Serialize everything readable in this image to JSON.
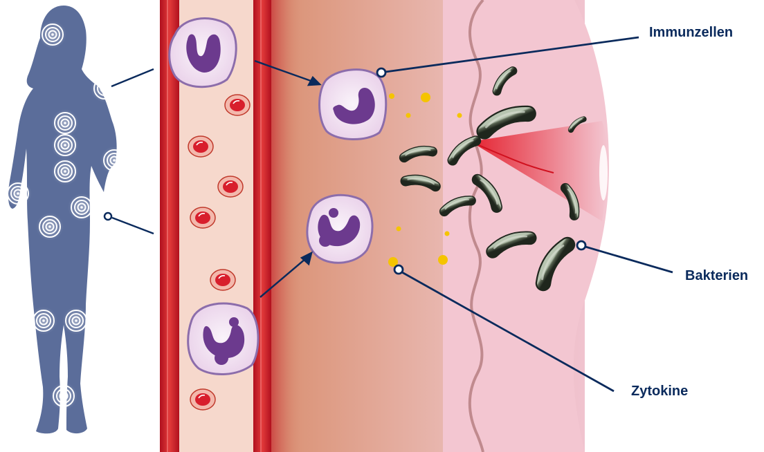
{
  "labels": {
    "immune_cells": "Immunzellen",
    "bacteria": "Bakterien",
    "cytokines": "Zytokine"
  },
  "colors": {
    "label_text": "#0a2a5c",
    "silhouette": "#5b6d9a",
    "vessel_wall": "#c8202e",
    "vessel_lumen": "#f6d8cc",
    "tissue_left": "#d98f70",
    "tissue_right": "#f0c3cf",
    "skin": "#f3c6d1",
    "cell_membrane": "#8c6dab",
    "cell_fill": "#f2e4f1",
    "nucleus": "#6c3a8e",
    "red_blood_cell": "#d81e2c",
    "cytokine": "#f5c400",
    "bacterium": "#3e4a3c",
    "leader_line": "#0a2a5c"
  },
  "icons": [
    "human-silhouette-icon",
    "pain-point-icon",
    "bacterium-icon",
    "immune-cell-icon",
    "red-blood-cell-icon",
    "cytokine-dot-icon"
  ]
}
